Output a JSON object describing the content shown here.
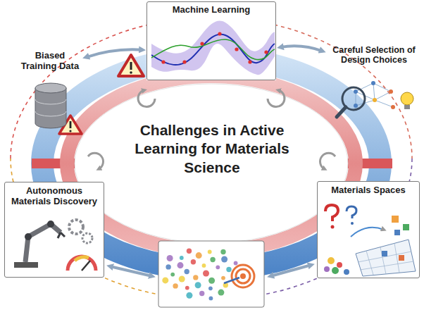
{
  "diagram": {
    "title": "Challenges in Active Learning for Materials Science",
    "nodes": [
      {
        "text": [
          "Machine Learning"
        ]
      },
      {
        "text": [
          "Careful Selection of Design Choices"
        ]
      },
      {
        "text": [
          "Materials Spaces"
        ]
      },
      {
        "text": [
          "Autonomous Materials Discovery"
        ]
      },
      {
        "text": [
          "Biased Training Data"
        ]
      }
    ],
    "edges": [
      {
        "from": 0,
        "to": 1,
        "arrow": "both"
      },
      {
        "from": 4,
        "to": 0,
        "arrow": "both"
      }
    ]
  }
}
